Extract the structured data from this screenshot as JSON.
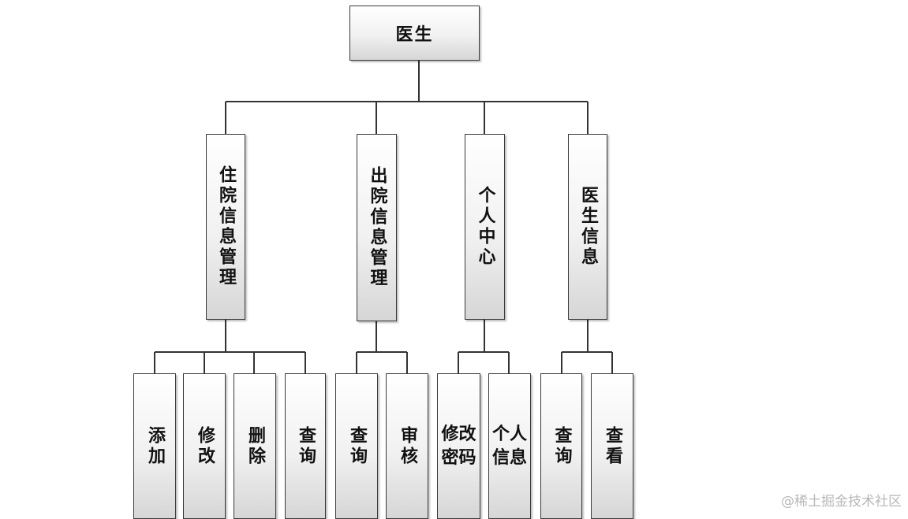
{
  "diagram": {
    "root": {
      "label": "医生"
    },
    "modules": [
      {
        "label": "住院信息管理",
        "children": [
          "添加",
          "修改",
          "删除",
          "查询"
        ]
      },
      {
        "label": "出院信息管理",
        "children": [
          "查询",
          "审核"
        ]
      },
      {
        "label": "个人中心",
        "children": [
          "修改密码",
          "个人信息"
        ]
      },
      {
        "label": "医生信息",
        "children": [
          "查询",
          "查看"
        ]
      }
    ]
  },
  "watermark": "@稀土掘金技术社区"
}
